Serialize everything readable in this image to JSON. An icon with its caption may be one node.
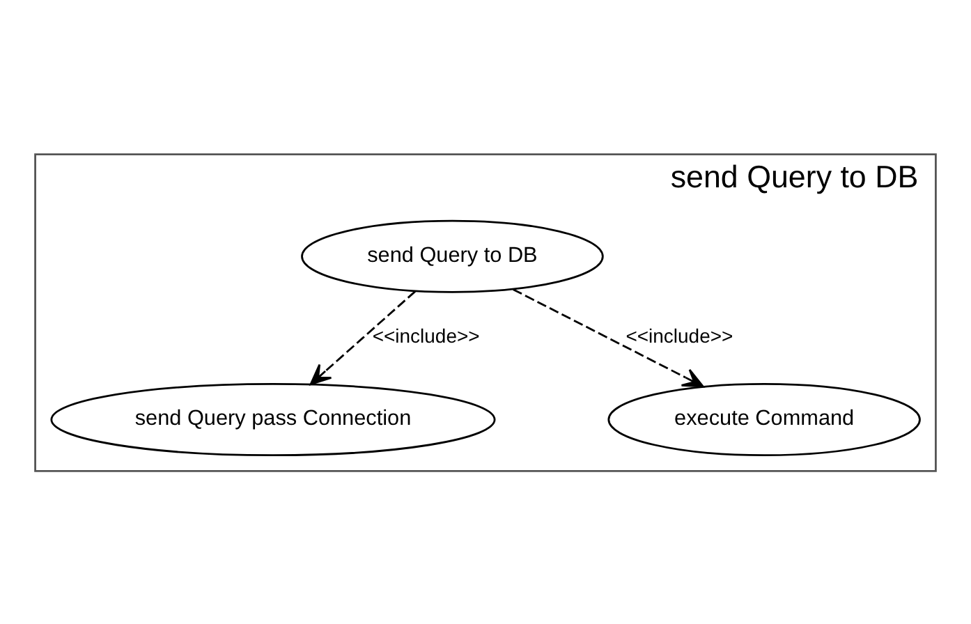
{
  "diagram": {
    "nodes": [
      {
        "text": [
          "send Query to DB"
        ]
      },
      {
        "text": [
          "send Query pass Connection"
        ],
        "in": 0
      },
      {
        "text": [
          "send Query to DB"
        ],
        "in": 0
      },
      {
        "text": [
          "execute Command"
        ],
        "in": 0
      }
    ],
    "edges": [
      {
        "from": 2,
        "to": 1,
        "arrow": "to",
        "label": "<<include>>",
        "style": "dashed"
      },
      {
        "from": 2,
        "to": 3,
        "arrow": "to",
        "label": "<<include>>",
        "style": "dashed"
      }
    ]
  }
}
